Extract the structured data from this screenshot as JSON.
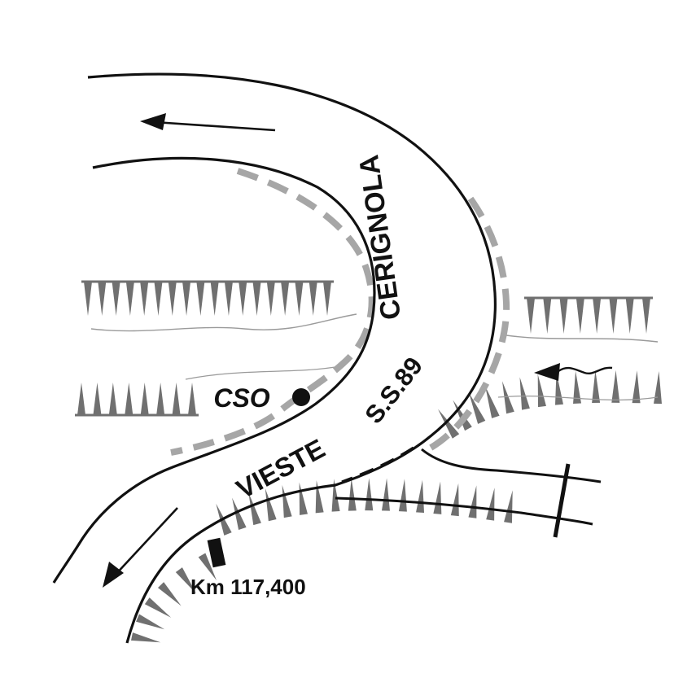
{
  "labels": {
    "road_north": "CERIGNOLA",
    "road_name": "S.S.89",
    "road_south": "VIESTE",
    "site": "CSO",
    "km_marker": "Km 117,400"
  },
  "colors": {
    "road_edge": "#111111",
    "dash_boundary": "#a6a6a6",
    "embankment": "#707070",
    "water": "#9a9a9a",
    "text": "#111111",
    "background": "#ffffff"
  },
  "icons": {
    "arrow_north": "arrow-left-icon",
    "arrow_south": "arrow-down-left-icon",
    "stream_flow": "wavy-arrow-icon",
    "site_marker": "filled-circle-icon",
    "km_marker": "black-bar-icon"
  }
}
